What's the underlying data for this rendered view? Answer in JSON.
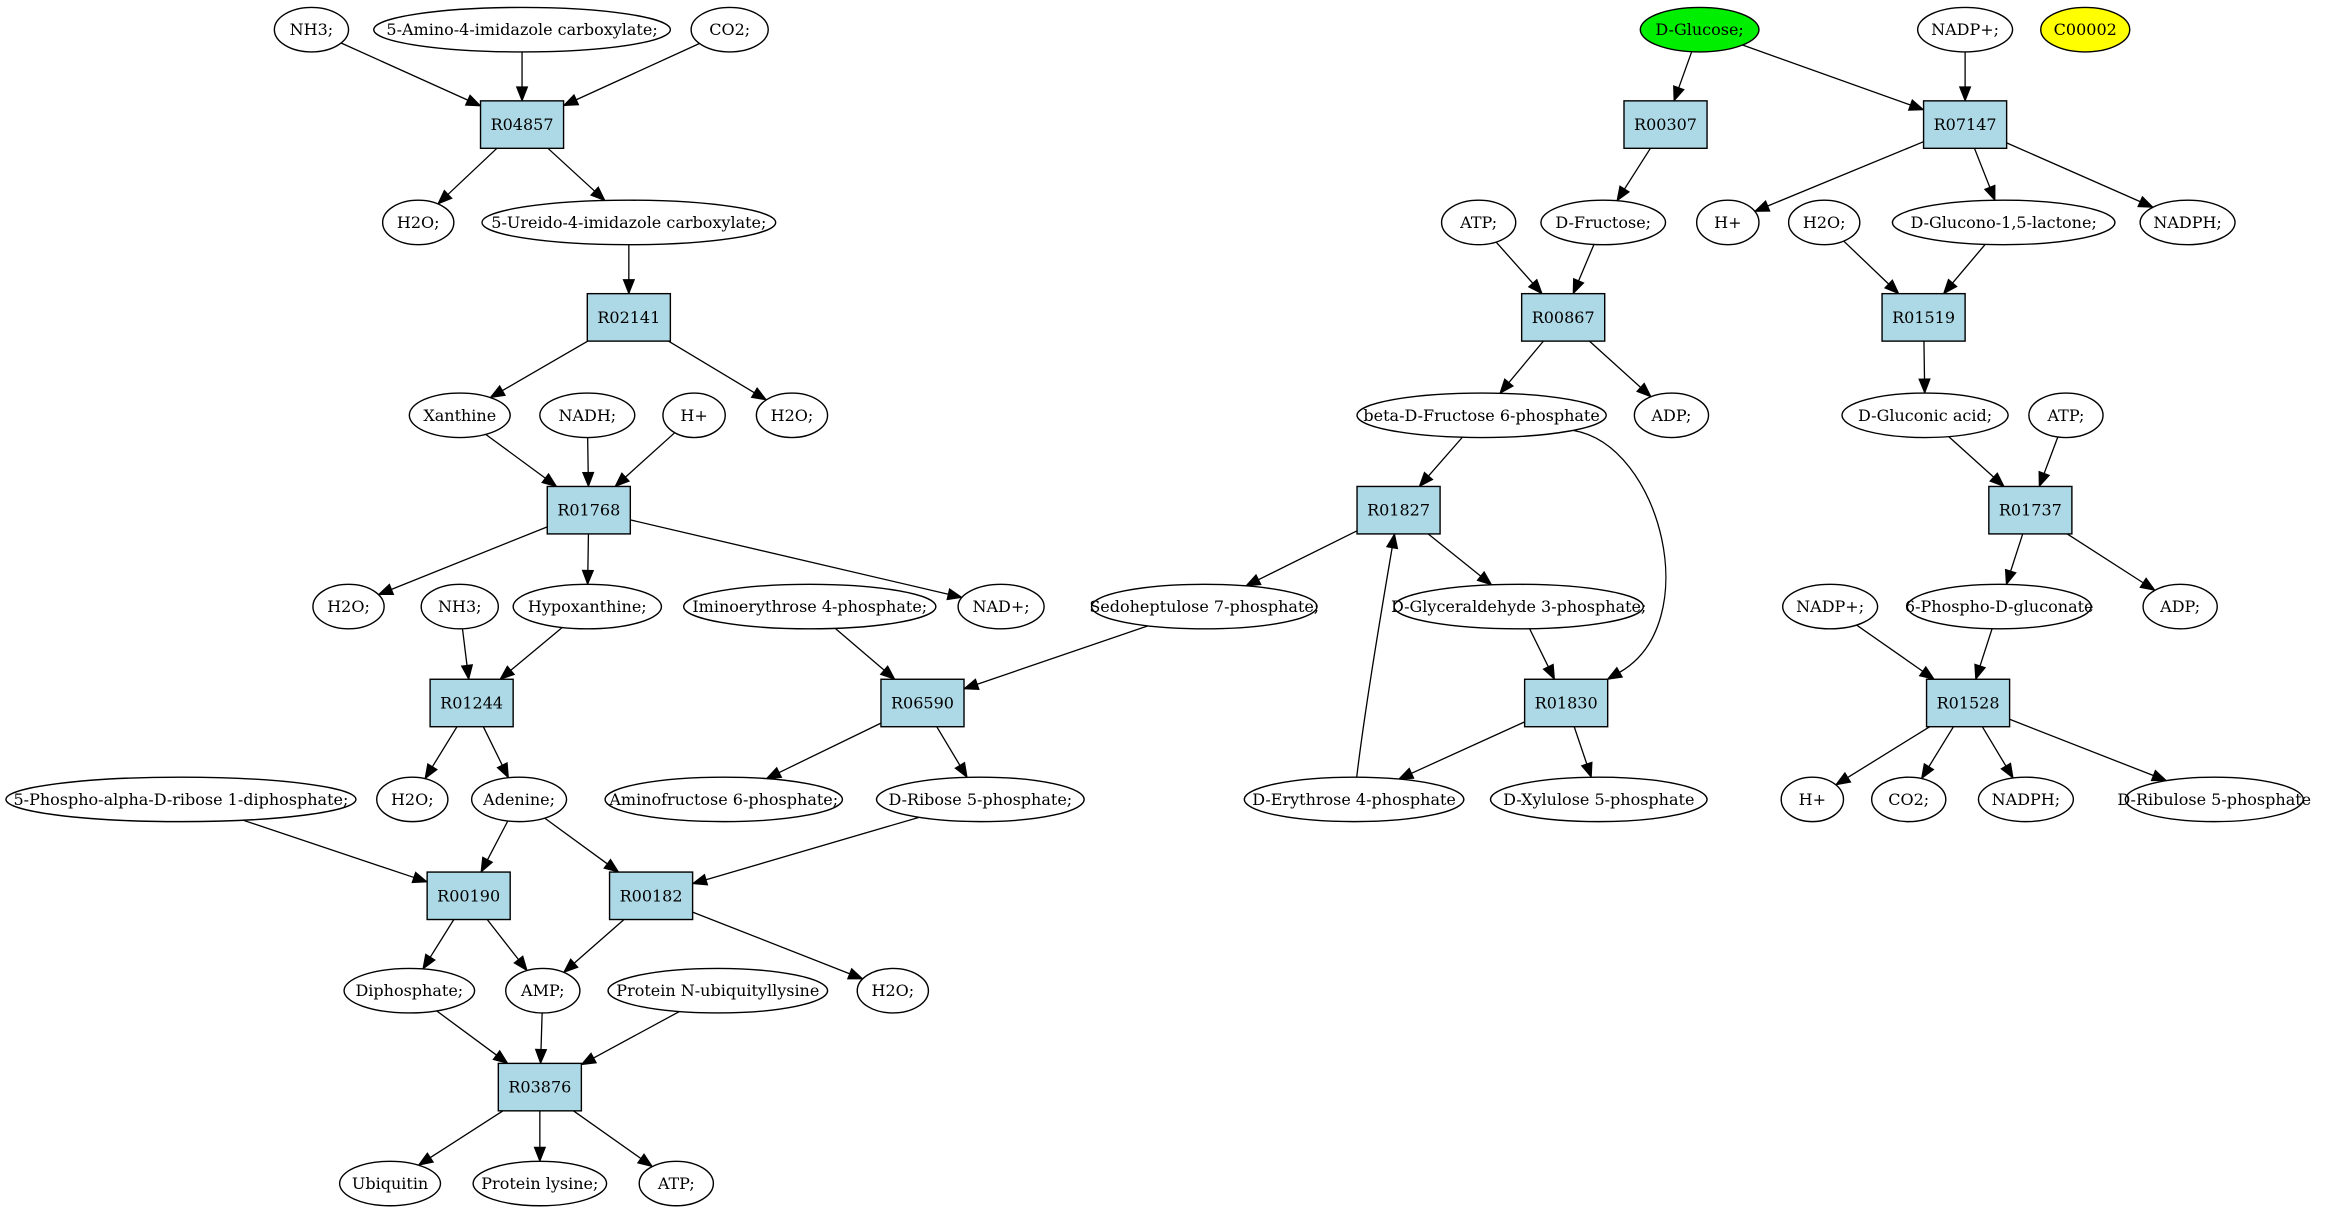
{
  "colors": {
    "reaction_fill": "#add8e6",
    "start_compound": "#00ee00",
    "highlight_compound": "#ffff00",
    "compound_fill": "#ffffff"
  },
  "nodes": [
    {
      "id": "nh3_a",
      "kind": "compound",
      "label": "NH3;"
    },
    {
      "id": "aic",
      "kind": "compound",
      "label": "5-Amino-4-imidazole carboxylate;"
    },
    {
      "id": "co2_a",
      "kind": "compound",
      "label": "CO2;"
    },
    {
      "id": "R04857",
      "kind": "reaction",
      "label": "R04857"
    },
    {
      "id": "h2o_a",
      "kind": "compound",
      "label": "H2O;"
    },
    {
      "id": "uic",
      "kind": "compound",
      "label": "5-Ureido-4-imidazole carboxylate;"
    },
    {
      "id": "R02141",
      "kind": "reaction",
      "label": "R02141"
    },
    {
      "id": "xanthine",
      "kind": "compound",
      "label": "Xanthine"
    },
    {
      "id": "nadh",
      "kind": "compound",
      "label": "NADH;"
    },
    {
      "id": "hplus_a",
      "kind": "compound",
      "label": "H+"
    },
    {
      "id": "h2o_b",
      "kind": "compound",
      "label": "H2O;"
    },
    {
      "id": "R01768",
      "kind": "reaction",
      "label": "R01768"
    },
    {
      "id": "h2o_c",
      "kind": "compound",
      "label": "H2O;"
    },
    {
      "id": "nh3_b",
      "kind": "compound",
      "label": "NH3;"
    },
    {
      "id": "hypoxanthine",
      "kind": "compound",
      "label": "Hypoxanthine;"
    },
    {
      "id": "imino4p",
      "kind": "compound",
      "label": "Iminoerythrose 4-phosphate;"
    },
    {
      "id": "nadplus",
      "kind": "compound",
      "label": "NAD+;"
    },
    {
      "id": "R01244",
      "kind": "reaction",
      "label": "R01244"
    },
    {
      "id": "R06590",
      "kind": "reaction",
      "label": "R06590"
    },
    {
      "id": "prpp",
      "kind": "compound",
      "label": "5-Phospho-alpha-D-ribose 1-diphosphate;"
    },
    {
      "id": "h2o_d",
      "kind": "compound",
      "label": "H2O;"
    },
    {
      "id": "adenine",
      "kind": "compound",
      "label": "Adenine;"
    },
    {
      "id": "aminofructose",
      "kind": "compound",
      "label": "Aminofructose 6-phosphate;"
    },
    {
      "id": "ribose5p",
      "kind": "compound",
      "label": "D-Ribose 5-phosphate;"
    },
    {
      "id": "R00190",
      "kind": "reaction",
      "label": "R00190"
    },
    {
      "id": "R00182",
      "kind": "reaction",
      "label": "R00182"
    },
    {
      "id": "diphosphate",
      "kind": "compound",
      "label": "Diphosphate;"
    },
    {
      "id": "amp",
      "kind": "compound",
      "label": "AMP;"
    },
    {
      "id": "protubq",
      "kind": "compound",
      "label": "Protein N-ubiquityllysine"
    },
    {
      "id": "h2o_e",
      "kind": "compound",
      "label": "H2O;"
    },
    {
      "id": "R03876",
      "kind": "reaction",
      "label": "R03876"
    },
    {
      "id": "ubiquitin",
      "kind": "compound",
      "label": "Ubiquitin"
    },
    {
      "id": "protlys",
      "kind": "compound",
      "label": "Protein lysine;"
    },
    {
      "id": "atp_a",
      "kind": "compound",
      "label": "ATP;"
    },
    {
      "id": "glucose",
      "kind": "compound",
      "label": "D-Glucose;",
      "fill": "#00ee00"
    },
    {
      "id": "nadpplus_a",
      "kind": "compound",
      "label": "NADP+;"
    },
    {
      "id": "c00002",
      "kind": "compound",
      "label": "C00002",
      "fill": "#ffff00"
    },
    {
      "id": "R00307",
      "kind": "reaction",
      "label": "R00307"
    },
    {
      "id": "R07147",
      "kind": "reaction",
      "label": "R07147"
    },
    {
      "id": "atp_b",
      "kind": "compound",
      "label": "ATP;"
    },
    {
      "id": "fructose",
      "kind": "compound",
      "label": "D-Fructose;"
    },
    {
      "id": "hplus_b",
      "kind": "compound",
      "label": "H+"
    },
    {
      "id": "h2o_f",
      "kind": "compound",
      "label": "H2O;"
    },
    {
      "id": "glucono",
      "kind": "compound",
      "label": "D-Glucono-1,5-lactone;"
    },
    {
      "id": "nadph_a",
      "kind": "compound",
      "label": "NADPH;"
    },
    {
      "id": "R00867",
      "kind": "reaction",
      "label": "R00867"
    },
    {
      "id": "R01519",
      "kind": "reaction",
      "label": "R01519"
    },
    {
      "id": "f6p",
      "kind": "compound",
      "label": "beta-D-Fructose 6-phosphate"
    },
    {
      "id": "adp_a",
      "kind": "compound",
      "label": "ADP;"
    },
    {
      "id": "gluconic",
      "kind": "compound",
      "label": "D-Gluconic acid;"
    },
    {
      "id": "atp_c",
      "kind": "compound",
      "label": "ATP;"
    },
    {
      "id": "R01827",
      "kind": "reaction",
      "label": "R01827"
    },
    {
      "id": "R01737",
      "kind": "reaction",
      "label": "R01737"
    },
    {
      "id": "s7p",
      "kind": "compound",
      "label": "Sedoheptulose 7-phosphate;"
    },
    {
      "id": "g3p",
      "kind": "compound",
      "label": "D-Glyceraldehyde 3-phosphate;"
    },
    {
      "id": "nadpplus_b",
      "kind": "compound",
      "label": "NADP+;"
    },
    {
      "id": "pgluconate",
      "kind": "compound",
      "label": "6-Phospho-D-gluconate"
    },
    {
      "id": "adp_b",
      "kind": "compound",
      "label": "ADP;"
    },
    {
      "id": "R01830",
      "kind": "reaction",
      "label": "R01830"
    },
    {
      "id": "R01528",
      "kind": "reaction",
      "label": "R01528"
    },
    {
      "id": "e4p",
      "kind": "compound",
      "label": "D-Erythrose 4-phosphate"
    },
    {
      "id": "x5p",
      "kind": "compound",
      "label": "D-Xylulose 5-phosphate"
    },
    {
      "id": "hplus_c",
      "kind": "compound",
      "label": "H+"
    },
    {
      "id": "co2_b",
      "kind": "compound",
      "label": "CO2;"
    },
    {
      "id": "nadph_b",
      "kind": "compound",
      "label": "NADPH;"
    },
    {
      "id": "ru5p",
      "kind": "compound",
      "label": "D-Ribulose 5-phosphate"
    }
  ],
  "edges": [
    [
      "nh3_a",
      "R04857"
    ],
    [
      "aic",
      "R04857"
    ],
    [
      "co2_a",
      "R04857"
    ],
    [
      "R04857",
      "h2o_a"
    ],
    [
      "R04857",
      "uic"
    ],
    [
      "uic",
      "R02141"
    ],
    [
      "R02141",
      "xanthine"
    ],
    [
      "R02141",
      "h2o_b"
    ],
    [
      "xanthine",
      "R01768"
    ],
    [
      "nadh",
      "R01768"
    ],
    [
      "hplus_a",
      "R01768"
    ],
    [
      "R01768",
      "h2o_c"
    ],
    [
      "R01768",
      "hypoxanthine"
    ],
    [
      "R01768",
      "nadplus"
    ],
    [
      "nh3_b",
      "R01244"
    ],
    [
      "hypoxanthine",
      "R01244"
    ],
    [
      "R01244",
      "h2o_d"
    ],
    [
      "R01244",
      "adenine"
    ],
    [
      "imino4p",
      "R06590"
    ],
    [
      "s7p",
      "R06590"
    ],
    [
      "R06590",
      "aminofructose"
    ],
    [
      "R06590",
      "ribose5p"
    ],
    [
      "prpp",
      "R00190"
    ],
    [
      "adenine",
      "R00190"
    ],
    [
      "adenine",
      "R00182"
    ],
    [
      "ribose5p",
      "R00182"
    ],
    [
      "R00190",
      "diphosphate"
    ],
    [
      "R00190",
      "amp"
    ],
    [
      "R00182",
      "amp"
    ],
    [
      "R00182",
      "h2o_e"
    ],
    [
      "diphosphate",
      "R03876"
    ],
    [
      "amp",
      "R03876"
    ],
    [
      "protubq",
      "R03876"
    ],
    [
      "R03876",
      "ubiquitin"
    ],
    [
      "R03876",
      "protlys"
    ],
    [
      "R03876",
      "atp_a"
    ],
    [
      "glucose",
      "R00307"
    ],
    [
      "glucose",
      "R07147"
    ],
    [
      "nadpplus_a",
      "R07147"
    ],
    [
      "R00307",
      "fructose"
    ],
    [
      "R07147",
      "hplus_b"
    ],
    [
      "R07147",
      "glucono"
    ],
    [
      "R07147",
      "nadph_a"
    ],
    [
      "atp_b",
      "R00867"
    ],
    [
      "fructose",
      "R00867"
    ],
    [
      "R00867",
      "f6p"
    ],
    [
      "R00867",
      "adp_a"
    ],
    [
      "h2o_f",
      "R01519"
    ],
    [
      "glucono",
      "R01519"
    ],
    [
      "R01519",
      "gluconic"
    ],
    [
      "gluconic",
      "R01737"
    ],
    [
      "atp_c",
      "R01737"
    ],
    [
      "R01737",
      "pgluconate"
    ],
    [
      "R01737",
      "adp_b"
    ],
    [
      "f6p",
      "R01827"
    ],
    [
      "f6p",
      "R01830"
    ],
    [
      "R01827",
      "s7p"
    ],
    [
      "R01827",
      "g3p"
    ],
    [
      "g3p",
      "R01830"
    ],
    [
      "R01830",
      "e4p"
    ],
    [
      "R01830",
      "x5p"
    ],
    [
      "e4p",
      "R01827"
    ],
    [
      "nadpplus_b",
      "R01528"
    ],
    [
      "pgluconate",
      "R01528"
    ],
    [
      "R01528",
      "hplus_c"
    ],
    [
      "R01528",
      "co2_b"
    ],
    [
      "R01528",
      "nadph_b"
    ],
    [
      "R01528",
      "ru5p"
    ]
  ]
}
